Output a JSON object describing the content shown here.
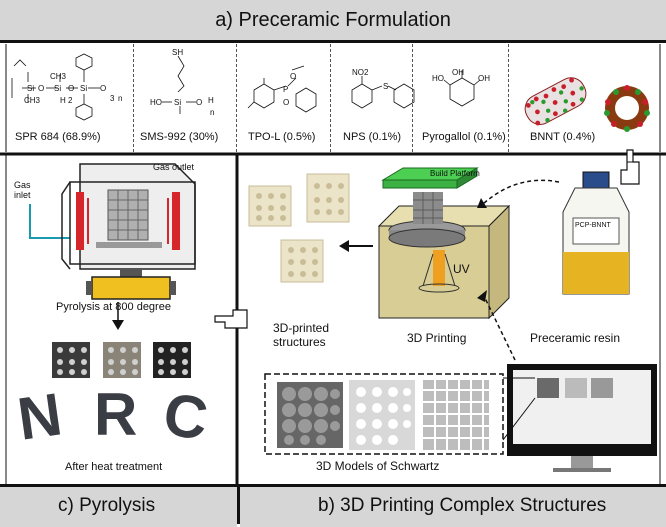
{
  "panel_a": {
    "title": "a) Preceramic Formulation",
    "compounds": [
      {
        "label": "SPR 684  (68.9%)"
      },
      {
        "label": "SMS-992 (30%)"
      },
      {
        "label": "TPO-L (0.5%)"
      },
      {
        "label": "NPS (0.1%)"
      },
      {
        "label": "Pyrogallol (0.1%)"
      },
      {
        "label": "BNNT (0.4%)"
      }
    ],
    "structure_text": {
      "si": "Si",
      "o": "O",
      "h": "H",
      "sh": "SH",
      "ho": "HO",
      "oh": "OH",
      "p": "P",
      "s": "S",
      "n": "N",
      "sub2": "2",
      "sub3": "3",
      "subn": "n",
      "ch3": "CH3",
      "no2": "NO2"
    }
  },
  "panel_c": {
    "title": "c) Pyrolysis",
    "gas_outlet": "Gas outlet",
    "gas_inlet": "Gas\ninlet",
    "pyrolysis_caption": "Pyrolysis at 800 degree",
    "after_caption": "After heat treatment",
    "letters": [
      "N",
      "R",
      "C"
    ]
  },
  "panel_b": {
    "title": "b) 3D Printing Complex Structures",
    "build_platform": "Build Platform",
    "uv": "UV",
    "printed_caption": "3D-printed\nstructures",
    "printing_caption": "3D Printing",
    "resin_caption": "Preceramic resin",
    "bottle_label": "PCP-BNNT",
    "models_caption": "3D Models of Schwartz"
  },
  "colors": {
    "header_bg": "#d6d6d6",
    "platform_green": "#3cb043",
    "vat_box": "#d9cd96",
    "resin_yellow": "#e6b422",
    "uv_orange": "#f0a020",
    "furnace_red": "#d7262b",
    "furnace_teal": "#1a9ab0",
    "furnace_yellow": "#f0c020"
  }
}
